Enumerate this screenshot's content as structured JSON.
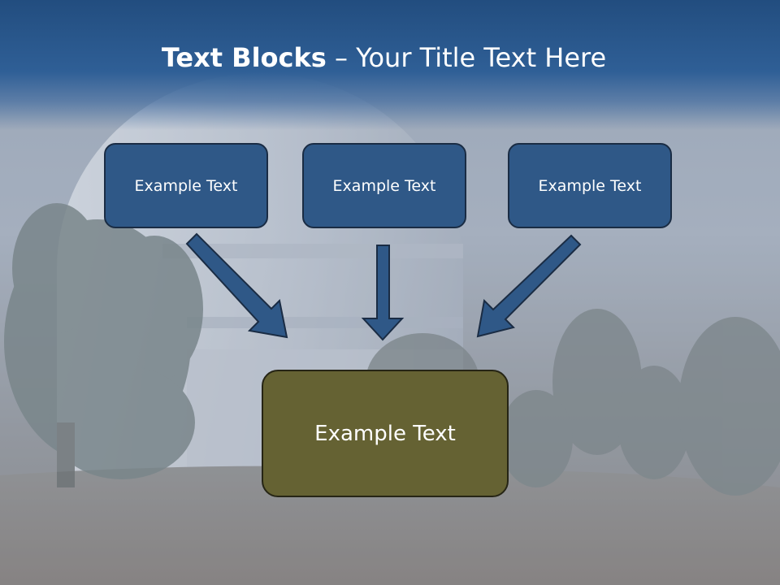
{
  "slide": {
    "title_bold": "Text Blocks",
    "title_dash": " – ",
    "title_rest": "Your Title Text Here",
    "top_boxes": [
      {
        "label": "Example Text"
      },
      {
        "label": "Example Text"
      },
      {
        "label": "Example Text"
      }
    ],
    "bottom_box": {
      "label": "Example Text"
    }
  },
  "colors": {
    "title_band": "#2f5f96",
    "top_box_fill": "#2f5887",
    "bottom_box_fill": "#656233",
    "arrow_fill": "#2f5887"
  }
}
